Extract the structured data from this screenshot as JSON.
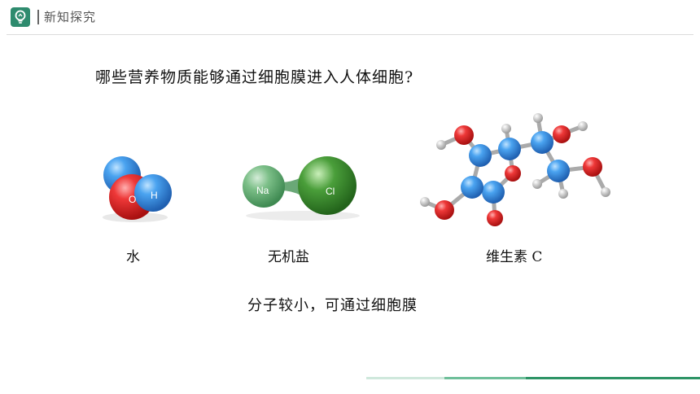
{
  "header": {
    "icon": "lightbulb-icon",
    "title": "新知探究",
    "accent_color": "#2e8b6e"
  },
  "question": "哪些营养物质能够通过细胞膜进入人体细胞?",
  "molecules": [
    {
      "caption": "水",
      "atom_labels": [
        "O",
        "H"
      ]
    },
    {
      "caption": "无机盐",
      "atom_labels": [
        "Na",
        "Cl"
      ]
    },
    {
      "caption": "维生素 C",
      "atom_labels": []
    }
  ],
  "conclusion": "分子较小，可通过细胞膜"
}
